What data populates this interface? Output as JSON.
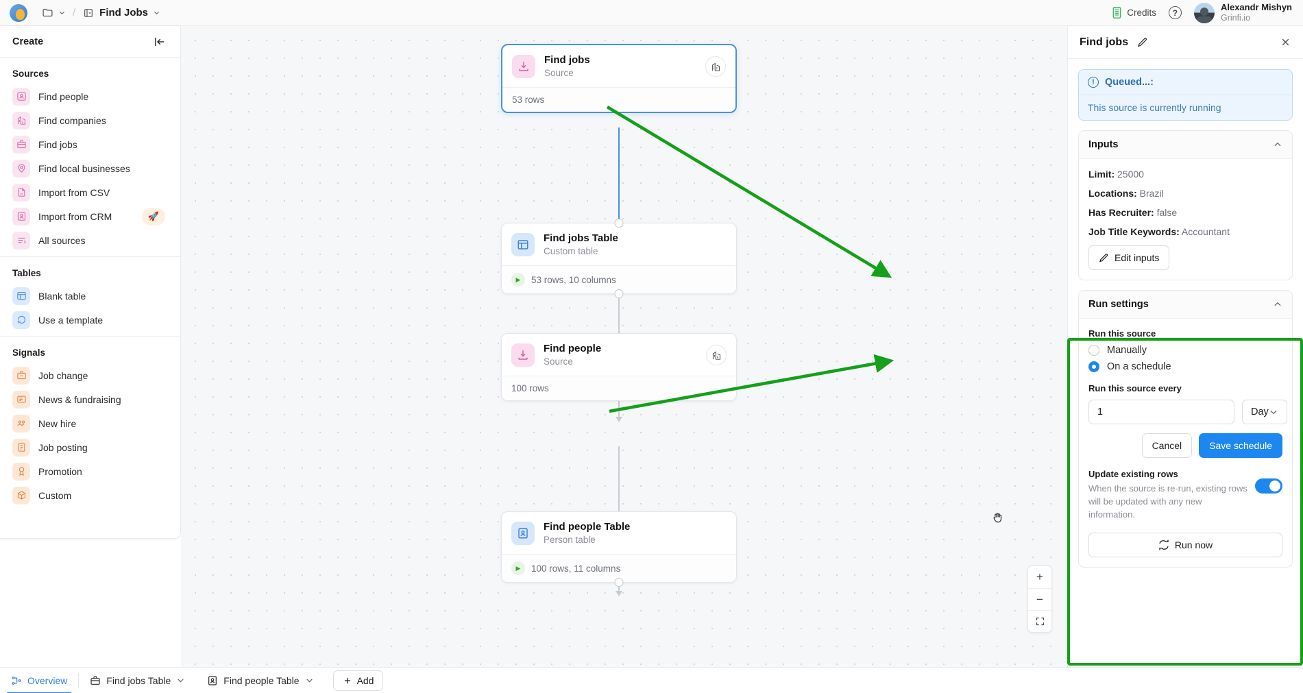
{
  "topbar": {
    "logo_icon": "app-logo-icon",
    "folder_icon": "folder-icon",
    "chevron_icon": "chevron-down-icon",
    "separator": "/",
    "doc_icon": "document-icon",
    "breadcrumb_title": "Find Jobs",
    "credits_label": "Credits",
    "credits_icon": "credits-battery-icon",
    "help_icon": "help-circle-icon",
    "help_glyph": "?",
    "user_name": "Alexandr Mishyn",
    "user_org": "Grinfi.io",
    "avatar_icon": "user-avatar"
  },
  "sidebar": {
    "header_title": "Create",
    "collapse_icon": "collapse-panel-icon",
    "sections": [
      {
        "title": "Sources",
        "items": [
          {
            "label": "Find people",
            "icon": "find-people-icon",
            "tone": "pink"
          },
          {
            "label": "Find companies",
            "icon": "find-companies-icon",
            "tone": "pink"
          },
          {
            "label": "Find jobs",
            "icon": "find-jobs-icon",
            "tone": "pink"
          },
          {
            "label": "Find local businesses",
            "icon": "map-pin-icon",
            "tone": "pink"
          },
          {
            "label": "Import from CSV",
            "icon": "csv-file-icon",
            "tone": "pink"
          },
          {
            "label": "Import from CRM",
            "icon": "crm-contact-icon",
            "tone": "pink",
            "badge": "rocket-icon"
          },
          {
            "label": "All sources",
            "icon": "list-sources-icon",
            "tone": "pink"
          }
        ]
      },
      {
        "title": "Tables",
        "items": [
          {
            "label": "Blank table",
            "icon": "table-icon",
            "tone": "blue"
          },
          {
            "label": "Use a template",
            "icon": "template-icon",
            "tone": "blue"
          }
        ]
      },
      {
        "title": "Signals",
        "items": [
          {
            "label": "Job change",
            "icon": "briefcase-icon",
            "tone": "orange"
          },
          {
            "label": "News & fundraising",
            "icon": "news-icon",
            "tone": "orange"
          },
          {
            "label": "New hire",
            "icon": "new-hire-icon",
            "tone": "orange"
          },
          {
            "label": "Job posting",
            "icon": "job-posting-icon",
            "tone": "orange"
          },
          {
            "label": "Promotion",
            "icon": "promotion-icon",
            "tone": "orange"
          },
          {
            "label": "Custom",
            "icon": "custom-icon",
            "tone": "orange"
          }
        ]
      }
    ]
  },
  "canvas": {
    "nodes": [
      {
        "title": "Find jobs",
        "subtitle": "Source",
        "footer": "53 rows",
        "icon": "source-download-icon",
        "tone": "pink",
        "action_icon": "company-building-icon",
        "selected": true,
        "has_play": false
      },
      {
        "title": "Find jobs Table",
        "subtitle": "Custom table",
        "footer": "53 rows, 10 columns",
        "icon": "table-icon",
        "tone": "blue",
        "action_icon": "",
        "selected": false,
        "has_play": true
      },
      {
        "title": "Find people",
        "subtitle": "Source",
        "footer": "100 rows",
        "icon": "source-download-icon",
        "tone": "pink",
        "action_icon": "company-building-icon",
        "selected": false,
        "has_play": false
      },
      {
        "title": "Find people Table",
        "subtitle": "Person table",
        "footer": "100 rows, 11 columns",
        "icon": "person-table-icon",
        "tone": "blue",
        "action_icon": "",
        "selected": false,
        "has_play": true
      }
    ],
    "zoom_in_label": "+",
    "zoom_out_label": "−",
    "fit_icon": "fit-screen-icon",
    "cursor_icon": "grab-hand-cursor",
    "annotation_color": "#14a01a"
  },
  "panel": {
    "title": "Find jobs",
    "edit_icon": "pencil-icon",
    "close_icon": "close-icon",
    "alert": {
      "icon": "info-circle-icon",
      "status": "Queued...:",
      "message": "This source is currently running"
    },
    "inputs": {
      "header": "Inputs",
      "caret_icon": "chevron-up-icon",
      "fields": [
        {
          "key": "Limit:",
          "value": "25000"
        },
        {
          "key": "Locations:",
          "value": "Brazil"
        },
        {
          "key": "Has Recruiter:",
          "value": "false"
        },
        {
          "key": "Job Title Keywords:",
          "value": "Accountant"
        }
      ],
      "edit_button": "Edit inputs",
      "edit_button_icon": "pencil-icon"
    },
    "run_settings": {
      "header": "Run settings",
      "caret_icon": "chevron-up-icon",
      "run_source_label": "Run this source",
      "options": [
        {
          "label": "Manually",
          "selected": false
        },
        {
          "label": "On a schedule",
          "selected": true
        }
      ],
      "every_label": "Run this source every",
      "interval_value": "1",
      "unit_value": "Day",
      "unit_caret_icon": "chevron-down-icon",
      "cancel_label": "Cancel",
      "save_label": "Save schedule",
      "update_title": "Update existing rows",
      "update_desc": "When the source is re-run, existing rows will be updated with any new information.",
      "toggle_on": true,
      "run_now_label": "Run now",
      "run_now_icon": "refresh-icon"
    }
  },
  "bottombar": {
    "tabs": [
      {
        "label": "Overview",
        "icon": "overview-flow-icon",
        "active": true,
        "caret": false
      },
      {
        "label": "Find jobs Table",
        "icon": "find-jobs-icon",
        "active": false,
        "caret": true
      },
      {
        "label": "Find people Table",
        "icon": "person-table-icon",
        "active": false,
        "caret": true
      }
    ],
    "add_label": "Add",
    "add_icon": "plus-icon"
  }
}
